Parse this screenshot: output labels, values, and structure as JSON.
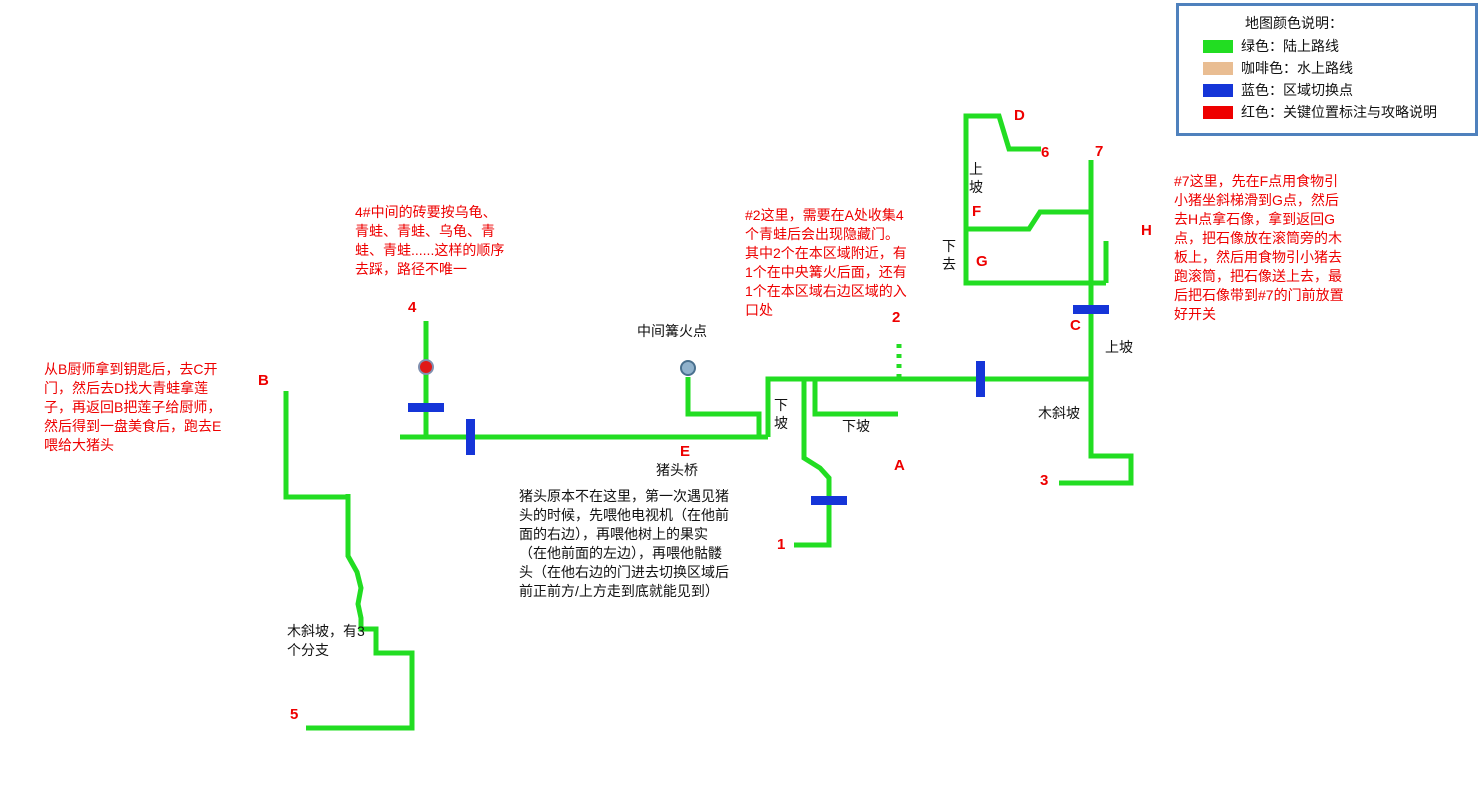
{
  "colors": {
    "route_land_green": "#22dd22",
    "route_water_coffee": "#e9bd92",
    "transition_blue": "#1535d8",
    "annotation_red": "#ee0000",
    "campfire_dot": "#90b2cc",
    "brick_dot": "#e01818",
    "legend_border": "#4f81bd"
  },
  "legend": {
    "title": "地图颜色说明：",
    "items": [
      {
        "color": "#22dd22",
        "label": "绿色：陆上路线"
      },
      {
        "color": "#e9bd92",
        "label": "咖啡色：水上路线"
      },
      {
        "color": "#1535d8",
        "label": "蓝色：区域切换点"
      },
      {
        "color": "#ee0000",
        "label": "红色：关键位置标注与攻略说明"
      }
    ]
  },
  "notes": {
    "kitchen_quest": "从B厨师拿到钥匙后，去C开门，然后去D找大青蛙拿莲子，再返回B把莲子给厨师，然后得到一盘美食后，跑去E喂给大猪头",
    "brick_order": "4#中间的砖要按乌龟、青蛙、青蛙、乌龟、青蛙、青蛙......这样的顺序去踩，路径不唯一",
    "hidden_door": "#2这里，需要在A处收集4个青蛙后会出现隐藏门。其中2个在本区域附近，有1个在中央篝火后面，还有1个在本区域右边区域的入口处",
    "statue_quest": "#7这里，先在F点用食物引小猪坐斜梯滑到G点，然后去H点拿石像，拿到返回G点，把石像放在滚筒旁的木板上，然后用食物引小猪去跑滚筒，把石像送上去，最后把石像带到#7的门前放置好开关",
    "pig_head": "猪头原本不在这里，第一次遇见猪头的时候，先喂他电视机（在他前面的右边），再喂他树上的果实（在他前面的左边），再喂他骷髅头（在他右边的门进去切换区域后前正前方/上方走到底就能见到）"
  },
  "map_labels": {
    "campfire": "中间篝火点",
    "pig_bridge": "猪头桥",
    "up_slope_d": "上坡",
    "up_slope_c": "上坡",
    "down_to": "下去",
    "down_slope_west": "下坡",
    "down_slope_a": "下坡",
    "wood_slope": "木斜坡",
    "wood_slope_branches": "木斜坡，有3个分支"
  },
  "markers": {
    "A": "A",
    "B": "B",
    "C": "C",
    "D": "D",
    "E": "E",
    "F": "F",
    "G": "G",
    "H": "H",
    "n1": "1",
    "n2": "2",
    "n3": "3",
    "n4": "4",
    "n5": "5",
    "n6": "6",
    "n7": "7"
  }
}
